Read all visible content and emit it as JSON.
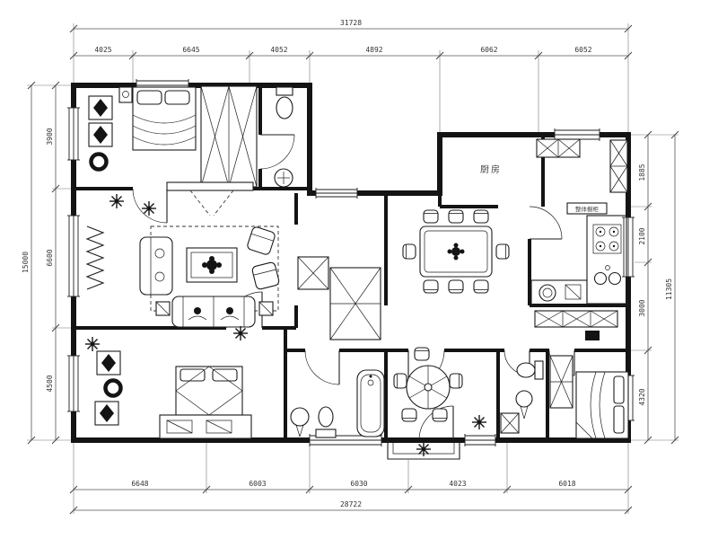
{
  "drawing": {
    "type": "residential-floor-plan",
    "room_labels": {
      "kitchen": "厨房"
    },
    "fixture_labels": {
      "cabinet": "整体橱柜"
    }
  },
  "dimensions": {
    "top": {
      "overall": "31728",
      "segments": [
        "4025",
        "6645",
        "4052",
        "4892",
        "6062",
        "6052"
      ]
    },
    "bottom": {
      "overall": "28722",
      "segments": [
        "6648",
        "6003",
        "6030",
        "4023",
        "6018"
      ]
    },
    "left": {
      "overall": "15000",
      "segments": [
        "3900",
        "6600",
        "4500"
      ]
    },
    "right": {
      "overall": "11305",
      "segments": [
        "1885",
        "2100",
        "3000",
        "4320"
      ]
    }
  },
  "colors": {
    "ink": "#141414",
    "background": "#ffffff"
  }
}
